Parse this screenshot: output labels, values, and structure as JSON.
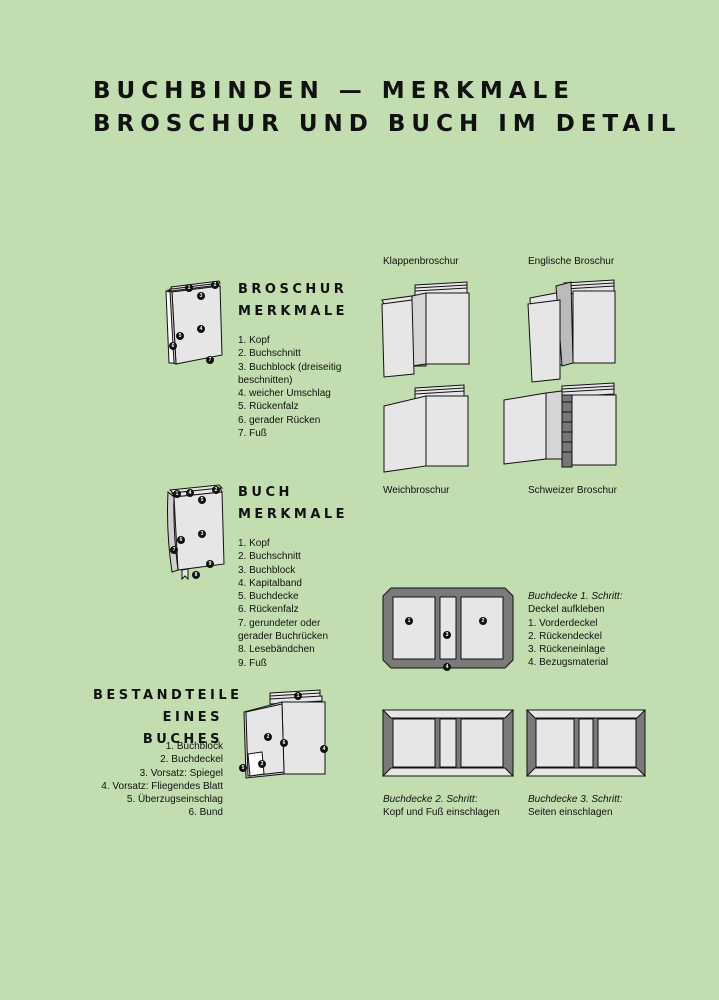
{
  "title": {
    "line1": "BUCHBINDEN — MERKMALE",
    "line2": "BROSCHUR UND BUCH IM DETAIL"
  },
  "broschur": {
    "heading_line1": "BROSCHUR",
    "heading_line2": "MERKMALE",
    "items": [
      "1. Kopf",
      "2. Buchschnitt",
      "3. Buchblock (dreiseitig",
      "beschnitten)",
      "4. weicher Umschlag",
      "5. Rückenfalz",
      "6. gerader Rücken",
      "7. Fuß"
    ],
    "markers": [
      "1",
      "2",
      "3",
      "4",
      "5",
      "6",
      "7"
    ]
  },
  "buch": {
    "heading_line1": "BUCH",
    "heading_line2": "MERKMALE",
    "items": [
      "1. Kopf",
      "2. Buchschnitt",
      "3. Buchblock",
      "4. Kapitalband",
      "5. Buchdecke",
      "6. Rückenfalz",
      "7. gerundeter oder",
      "gerader Buchrücken",
      "8. Lesebändchen",
      "9. Fuß"
    ],
    "markers": [
      "1",
      "2",
      "3",
      "4",
      "5",
      "6",
      "7",
      "8",
      "9"
    ]
  },
  "bestandteile": {
    "heading_line1": "BESTANDTEILE",
    "heading_line2": "EINES BUCHES",
    "items": [
      "1. Buchblock",
      "2. Buchdeckel",
      "3. Vorsatz: Spiegel",
      "4. Vorsatz: Fliegendes Blatt",
      "5. Überzugseinschlag",
      "6. Bund"
    ],
    "markers": [
      "1",
      "2",
      "3",
      "4",
      "5",
      "6"
    ]
  },
  "types": {
    "klappen": "Klappenbroschur",
    "englische": "Englische Broschur",
    "weich": "Weichbroschur",
    "schweizer": "Schweizer Broschur"
  },
  "buchdecke": {
    "step1_title": "Buchdecke 1. Schritt:",
    "step1_items": [
      "Deckel aufkleben",
      "1. Vorderdeckel",
      "2. Rückendeckel",
      "3. Rückeneinlage",
      "4. Bezugsmaterial"
    ],
    "step1_markers": [
      "1",
      "2",
      "3",
      "4"
    ],
    "step2_title": "Buchdecke 2. Schritt",
    "step2_suffix": ":",
    "step2_text": "Kopf und Fuß einschlagen",
    "step3_title": "Buchdecke 3. Schritt:",
    "step3_text": "Seiten einschlagen"
  },
  "colors": {
    "background": "#c2ddb0",
    "paper": "#e6e6e6",
    "cover": "#7a7a7a",
    "ink": "#111111"
  }
}
